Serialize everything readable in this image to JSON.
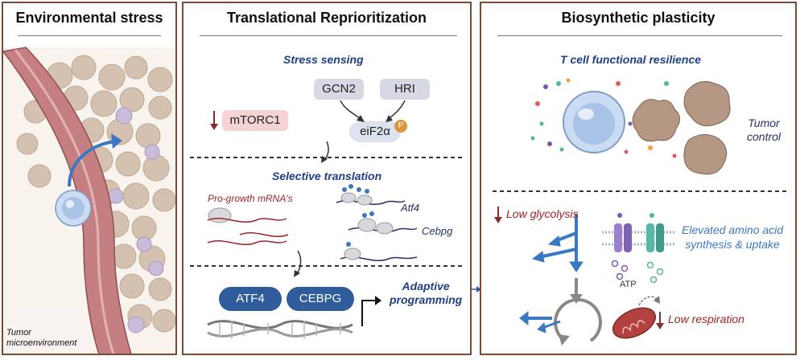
{
  "panels": {
    "environmental": {
      "title": "Environmental stress",
      "microenvironment_label": "Tumor\nmicroenvironment"
    },
    "translational": {
      "title": "Translational Reprioritization",
      "stress_sensing": "Stress sensing",
      "gcn2": "GCN2",
      "hri": "HRI",
      "mtorc1": "mTORC1",
      "eif2a": "eiF2α",
      "phospho": "P",
      "selective_translation": "Selective translation",
      "pro_growth": "Pro-growth mRNA's",
      "atf4_mrna": "Atf4",
      "cebpg_mrna": "Cebpg",
      "atf4_protein": "ATF4",
      "cebpg_protein": "CEBPG",
      "adaptive_programming": "Adaptive\nprogramming"
    },
    "biosynthetic": {
      "title": "Biosynthetic plasticity",
      "resilience": "T cell functional resilience",
      "tumor_control": "Tumor\ncontrol",
      "low_glycolysis": "Low glycolysis",
      "amino_acid": "Elevated amino acid\nsynthesis & uptake",
      "atp": "ATP",
      "low_respiration": "Low respiration"
    }
  },
  "colors": {
    "border": "#7a4a33",
    "heading_blue": "#1f3f86",
    "down_red": "#a3232a",
    "arrow_blue": "#3b78c4",
    "amino_blue": "#3b78c4",
    "tf_blue": "#2f5c9a"
  }
}
